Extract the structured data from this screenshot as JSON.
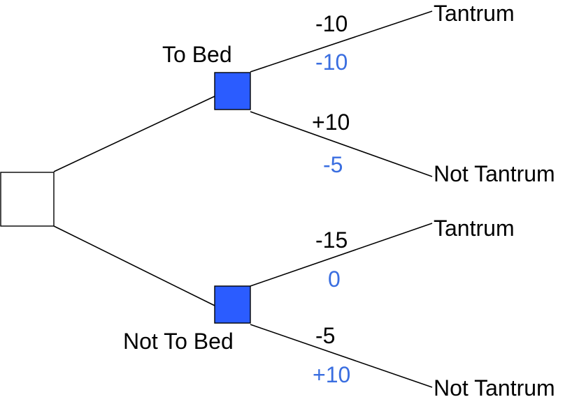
{
  "colors": {
    "node_fill": "#2b5cff",
    "secondary_value_color": "#3a6ee0",
    "primary_value_color": "#000000"
  },
  "decisions": {
    "to_bed": "To Bed",
    "not_to_bed": "Not To Bed"
  },
  "branches": {
    "to_bed_tantrum": {
      "outcome": "Tantrum",
      "value": "-10",
      "value2": "-10"
    },
    "to_bed_not_tantrum": {
      "outcome": "Not Tantrum",
      "value": "+10",
      "value2": "-5"
    },
    "not_to_bed_tantrum": {
      "outcome": "Tantrum",
      "value": "-15",
      "value2": "0"
    },
    "not_to_bed_not_tantrum": {
      "outcome": "Not Tantrum",
      "value": "-5",
      "value2": "+10"
    }
  }
}
